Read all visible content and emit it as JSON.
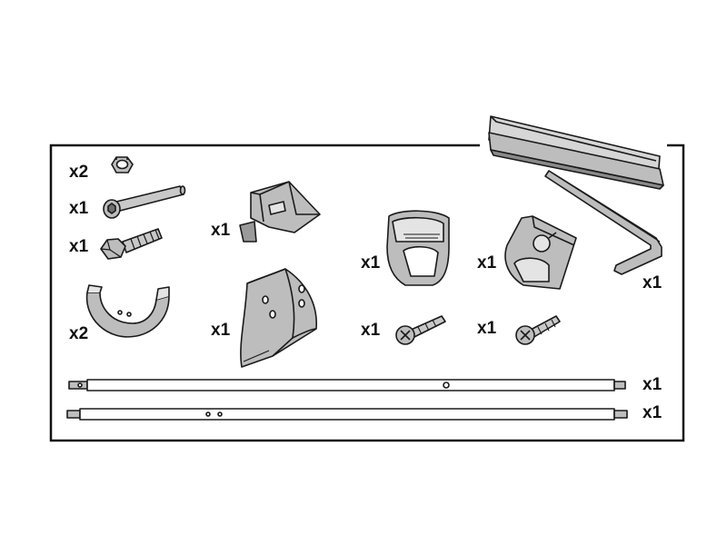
{
  "colors": {
    "background": "#ffffff",
    "frame": "#111111",
    "part_fill": "#bdbdbd",
    "part_light": "#e4e4e4",
    "part_dark": "#6e6e6e",
    "outline": "#1a1a1a"
  },
  "parts": [
    {
      "icon": "hex-nut-icon",
      "quantity": "x2"
    },
    {
      "icon": "socket-head-bolt-icon",
      "quantity": "x1"
    },
    {
      "icon": "hex-head-bolt-icon",
      "quantity": "x1"
    },
    {
      "icon": "half-ring-clamp-icon",
      "quantity": "x2"
    },
    {
      "icon": "small-bracket-icon",
      "quantity": "x1"
    },
    {
      "icon": "curved-saddle-bracket-icon",
      "quantity": "x1"
    },
    {
      "icon": "clip-housing-icon",
      "quantity": "x1"
    },
    {
      "icon": "phillips-screw-icon",
      "quantity": "x1"
    },
    {
      "icon": "knob-bracket-icon",
      "quantity": "x1"
    },
    {
      "icon": "phillips-screw-icon",
      "quantity": "x1"
    },
    {
      "icon": "l-hex-key-icon",
      "quantity": "x1"
    },
    {
      "icon": "long-rod-icon",
      "quantity": "x1"
    },
    {
      "icon": "long-rod-icon",
      "quantity": "x1"
    },
    {
      "icon": "angle-profile-icon",
      "quantity": ""
    }
  ]
}
